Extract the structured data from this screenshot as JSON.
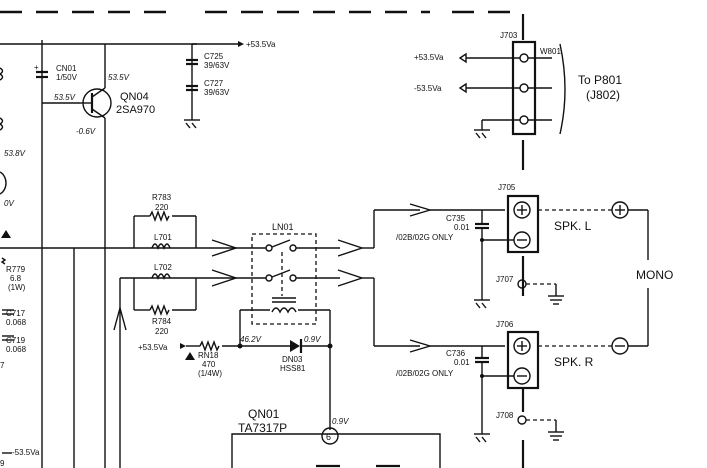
{
  "labels": {
    "supply_pos": "+53.5Va",
    "c725": "C725",
    "c725_val": "39/63V",
    "c727": "C727",
    "c727_val": "39/63V",
    "cn01": "CN01",
    "cn01_val": "1/50V",
    "v_53_5_top": "53.5V",
    "v_53_5_left": "53.5V",
    "qn04": "QN04",
    "qn04_part": "2SA970",
    "v_neg06": "-0.6V",
    "v_53_8": "53.8V",
    "v_0v_left": "0V",
    "r779": "R779",
    "r779_val": "6.8",
    "r779_pw": "(1W)",
    "c717": "C717",
    "c717_val": "0.068",
    "c719": "C719",
    "c719_val": "0.068",
    "left_7": "7",
    "left_9": "9",
    "neg_supply_left": "-53.5Va",
    "r783": "R783",
    "r783_val": "220",
    "l701": "L701",
    "l702": "L702",
    "r784": "R784",
    "r784_val": "220",
    "ln01": "LN01",
    "supply_pos2": "+53.5Va",
    "rn18": "RN18",
    "rn18_val": "470",
    "rn18_pw": "(1/4W)",
    "v_46_2": "46.2V",
    "dn03": "DN03",
    "dn03_part": "HSS81",
    "v_0_9a": "0.9V",
    "v_0_9b": "0.9V",
    "qn01": "QN01",
    "qn01_part": "TA7317P",
    "pin6": "6",
    "j703": "J703",
    "w801": "W801",
    "plus_supply": "+53.5Va",
    "minus_supply": "-53.5Va",
    "to_p801": "To P801",
    "j802": "(J802)",
    "j705": "J705",
    "c735": "C735",
    "c735_val": "0.01",
    "c735_note": "/02B/02G ONLY",
    "spk_l": "SPK. L",
    "j707": "J707",
    "mono": "MONO",
    "j706": "J706",
    "c736": "C736",
    "c736_val": "0.01",
    "c736_note": "/02B/02G ONLY",
    "spk_r": "SPK. R",
    "j708": "J708",
    "plus_sign": "+",
    "minus_sign": "−"
  }
}
